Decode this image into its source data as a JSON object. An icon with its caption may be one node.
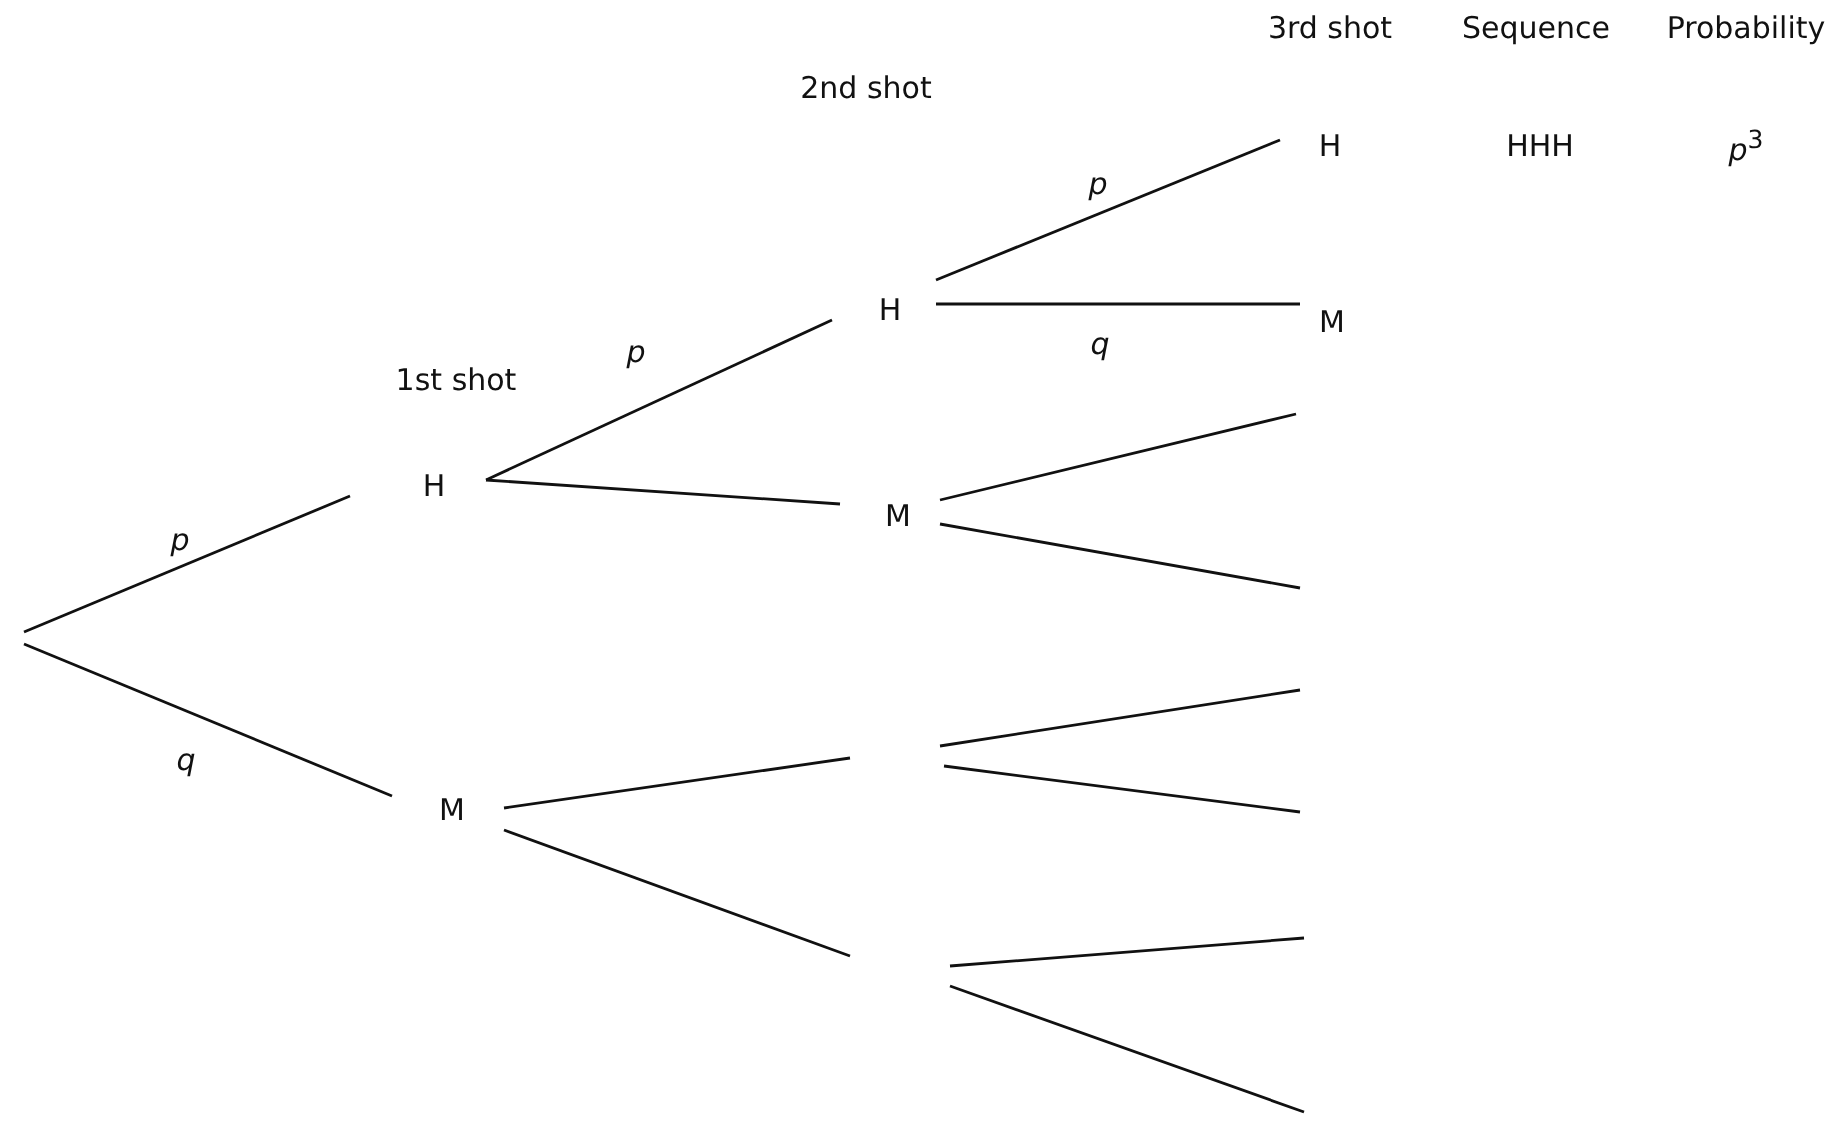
{
  "diagram": {
    "nodes": [
      {
        "text": [
          "H"
        ]
      },
      {
        "text": [
          "M"
        ]
      },
      {
        "text": [
          "H"
        ]
      },
      {
        "text": [
          "M"
        ]
      },
      {
        "text": [
          "H"
        ]
      },
      {
        "text": [
          "M"
        ]
      }
    ],
    "edges": [
      {
        "from": null,
        "to": 0,
        "arrow": "none",
        "label": "p"
      },
      {
        "from": null,
        "to": 1,
        "arrow": "none",
        "label": "q"
      },
      {
        "from": 0,
        "to": 2,
        "arrow": "none",
        "label": "p"
      },
      {
        "from": 0,
        "to": 3,
        "arrow": "none"
      },
      {
        "from": 2,
        "to": 4,
        "arrow": "none",
        "label": "p"
      },
      {
        "from": 2,
        "to": 5,
        "arrow": "none",
        "label": "q"
      },
      {
        "from": 3,
        "to": null,
        "arrow": "none"
      },
      {
        "from": 3,
        "to": null,
        "arrow": "none"
      },
      {
        "from": 1,
        "to": null,
        "arrow": "none"
      },
      {
        "from": 1,
        "to": null,
        "arrow": "none"
      }
    ],
    "labels": [
      "3rd shot",
      "Sequence",
      "Probability",
      "2nd shot",
      "HHH",
      "*p*$^{3}$",
      "1st shot"
    ]
  }
}
